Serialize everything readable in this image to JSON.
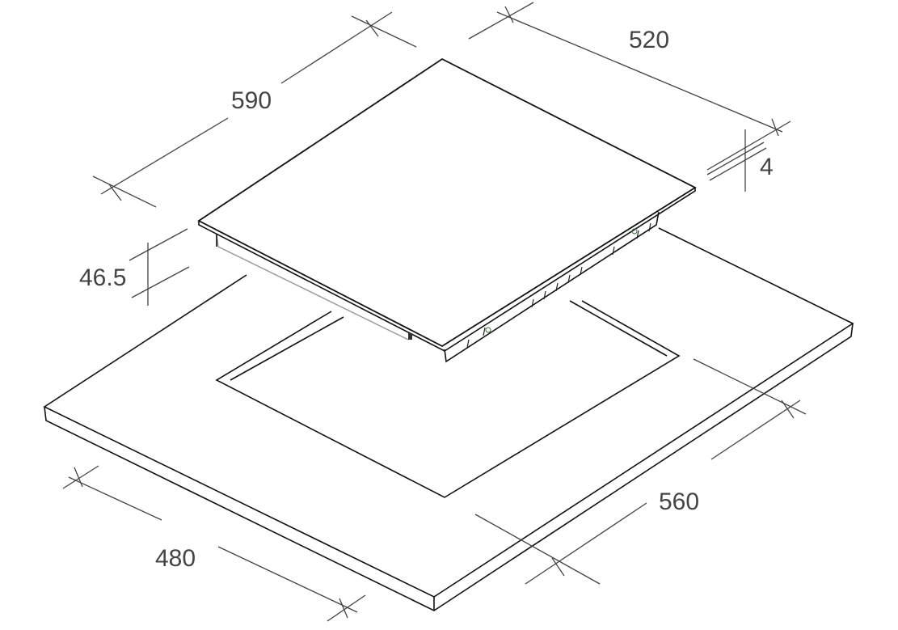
{
  "dimensions": {
    "hob_width": "590",
    "hob_depth": "520",
    "glass_thickness": "4",
    "hob_height": "46.5",
    "cutout_width": "560",
    "cutout_depth": "480"
  }
}
